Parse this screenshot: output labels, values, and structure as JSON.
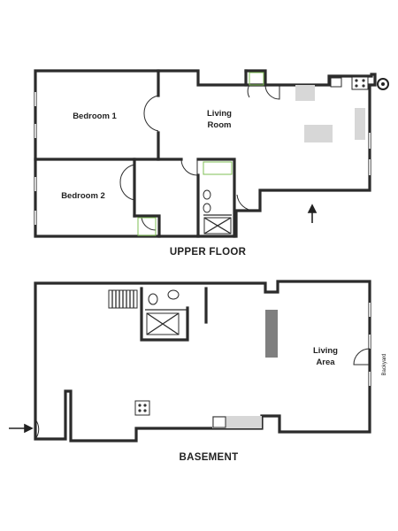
{
  "upper_floor": {
    "title": "UPPER FLOOR",
    "rooms": {
      "bedroom1": "Bedroom 1",
      "bedroom2": "Bedroom 2",
      "living_line1": "Living",
      "living_line2": "Room"
    }
  },
  "basement": {
    "title": "BASEMENT",
    "rooms": {
      "living_line1": "Living",
      "living_line2": "Area"
    },
    "side_label": "Backyard"
  }
}
